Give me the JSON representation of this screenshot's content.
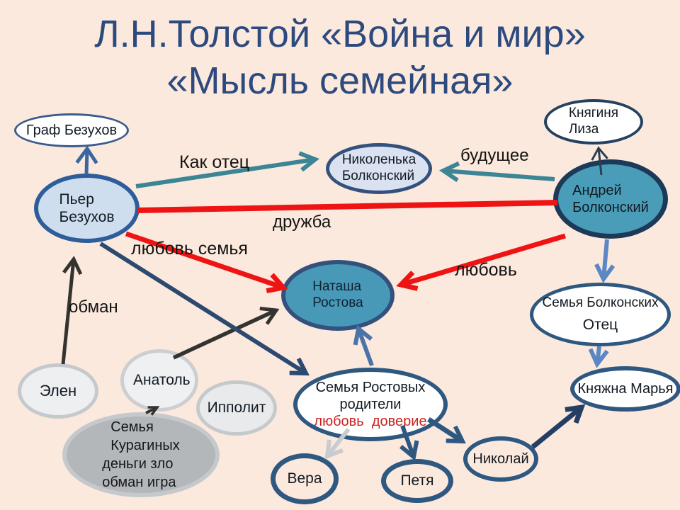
{
  "title": {
    "line1": "Л.Н.Толстой «Война и мир»",
    "line2": "«Мысль семейная»"
  },
  "nodes": {
    "graf_bezukhov": {
      "label": "Граф Безухов"
    },
    "knyaginya_liza": {
      "lines": [
        "Княгиня",
        "Лиза"
      ]
    },
    "pierre": {
      "lines": [
        "Пьер",
        "Безухов"
      ]
    },
    "nikolenka": {
      "lines": [
        "Николенька",
        "Болконский"
      ]
    },
    "andrei": {
      "lines": [
        "Андрей",
        "Болконский"
      ]
    },
    "natasha": {
      "lines": [
        "Наташа",
        "Ростова"
      ]
    },
    "bolkonsky_family": {
      "lines": [
        "Семья Болконских",
        "Отец"
      ]
    },
    "marya": {
      "label": "Княжна Марья"
    },
    "helen": {
      "label": "Элен"
    },
    "anatole": {
      "label": "Анатоль"
    },
    "ippolit": {
      "label": "Ипполит"
    },
    "kuragin_family": {
      "lines": [
        "Семья",
        "Курагиных",
        "деньги зло",
        "обман игра"
      ]
    },
    "rostov_family": {
      "lines": [
        "Семья Ростовых",
        "родители"
      ],
      "accent_line": "любовь  доверие"
    },
    "vera": {
      "label": "Вера"
    },
    "petya": {
      "label": "Петя"
    },
    "nikolai": {
      "label": "Николай"
    }
  },
  "edge_labels": {
    "kak_otec": "Как отец",
    "budushchee": "будущее",
    "druzhba": "дружба",
    "lyubov_semya": "любовь семья",
    "lyubov": "любовь",
    "obman": "обман"
  },
  "colors": {
    "background": "#fce9dd",
    "title_text": "#2d4a7e",
    "red": "#ee1414",
    "teal": "#3c8595",
    "black_arrow": "#333330",
    "navy": "#2c4a70",
    "steel_blue": "#4a74a8",
    "light_blue": "#5b87c5",
    "gray_arrow": "#c9ccce",
    "rostov_navy": "#2e5880",
    "dark_navy": "#243f63",
    "blue_up": "#3a66a2",
    "liza_thin": "#2c3e50",
    "accent_text": "#cc2222"
  }
}
